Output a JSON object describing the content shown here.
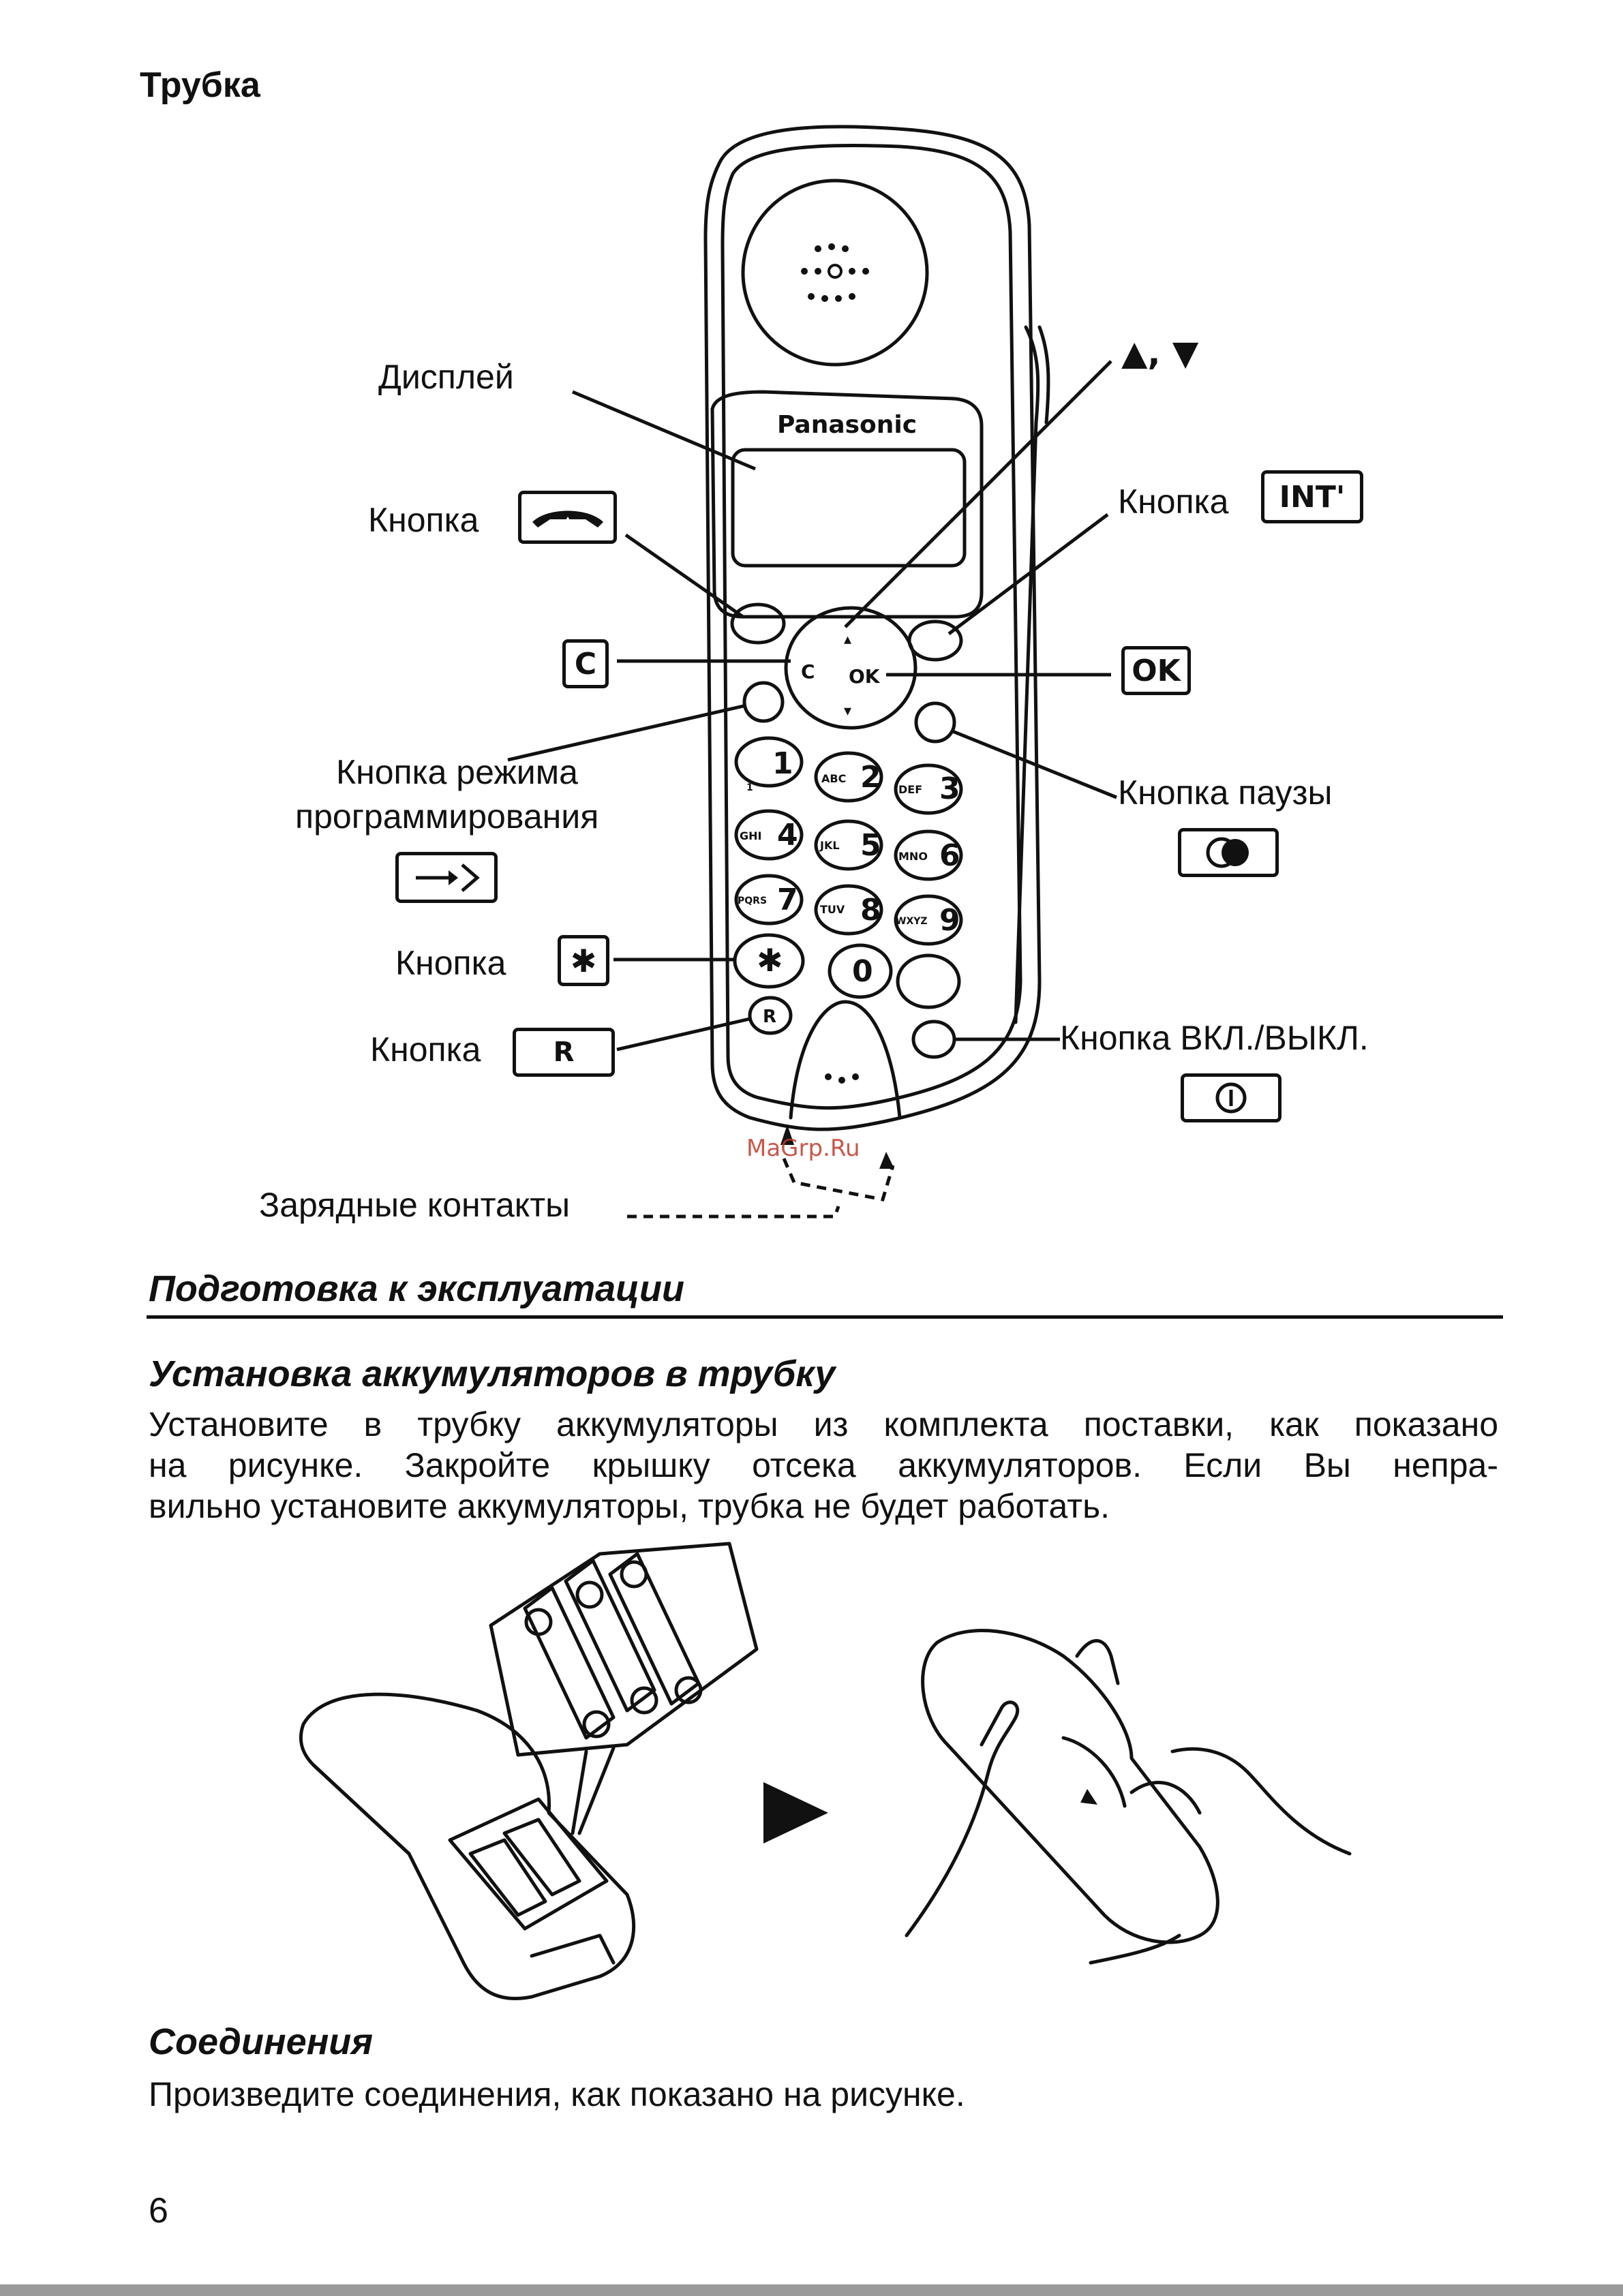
{
  "header": {
    "title": "Трубка"
  },
  "diagram": {
    "brand": "Panasonic",
    "labels": {
      "display": "Дисплей",
      "button": "Кнопка",
      "arrows": "▲, ▼",
      "button_int": "Кнопка",
      "prog_mode_line1": "Кнопка режима",
      "prog_mode_line2": "программирования",
      "pause": "Кнопка паузы",
      "star_button": "Кнопка",
      "r_button": "Кнопка",
      "power": "Кнопка ВКЛ./ВЫКЛ.",
      "charge_contacts": "Зарядные контакты"
    },
    "keys": {
      "int": "INT'",
      "c": "C",
      "ok": "OK",
      "star": "✱",
      "r": "R"
    },
    "keypad": {
      "k1": "1",
      "k2": "2",
      "k3": "3",
      "k4": "4",
      "k5": "5",
      "k6": "6",
      "k7": "7",
      "k8": "8",
      "k9": "9",
      "k0": "0",
      "kstar": "✱",
      "ok": "OK",
      "c": "C",
      "abc": "ABC",
      "def": "DEF",
      "ghi": "GHI",
      "jkl": "JKL",
      "mno": "MNO",
      "pqrs": "PQRS",
      "tuv": "TUV",
      "wxyz": "WXYZ"
    },
    "watermark": "MaGrp.Ru"
  },
  "sections": {
    "prep_title": "Подготовка к эксплуатации",
    "battery_title": "Установка аккумуляторов в трубку",
    "battery_lines": [
      "Установите в трубку аккумуляторы из комплекта поставки, как показано",
      "на рисунке. Закройте крышку отсека аккумуляторов. Если Вы непра-",
      "вильно установите аккумуляторы, трубка не будет работать."
    ],
    "connections_title": "Соединения",
    "connections_text": "Произведите соединения, как показано на рисунке."
  },
  "footer": {
    "page_number": "6"
  },
  "icons": [
    "talk-key-icon",
    "program-arrow-icon",
    "pause-icon",
    "power-icon",
    "arrow-right-icon"
  ]
}
